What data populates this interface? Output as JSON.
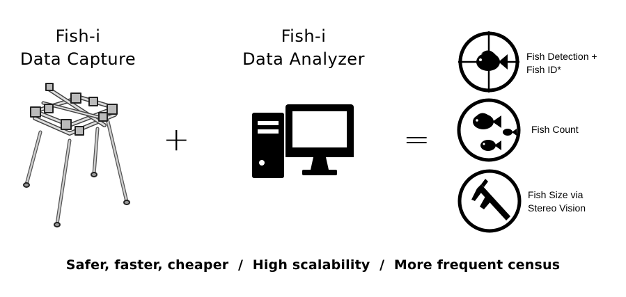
{
  "capture": {
    "line1": "Fish-i",
    "line2": "Data Capture"
  },
  "analyzer": {
    "line1": "Fish-i",
    "line2": "Data Analyzer"
  },
  "operators": {
    "plus": "+",
    "equals": "="
  },
  "features": [
    {
      "line1": "Fish Detection +",
      "line2": "Fish ID*",
      "icon": "crosshair-fish-icon"
    },
    {
      "line1": "Fish Count",
      "icon": "fish-count-icon"
    },
    {
      "line1": "Fish Size via",
      "line2": "Stereo Vision",
      "icon": "caliper-icon"
    }
  ],
  "tagline": "Safer, faster, cheaper  /  High scalability  /  More frequent census"
}
